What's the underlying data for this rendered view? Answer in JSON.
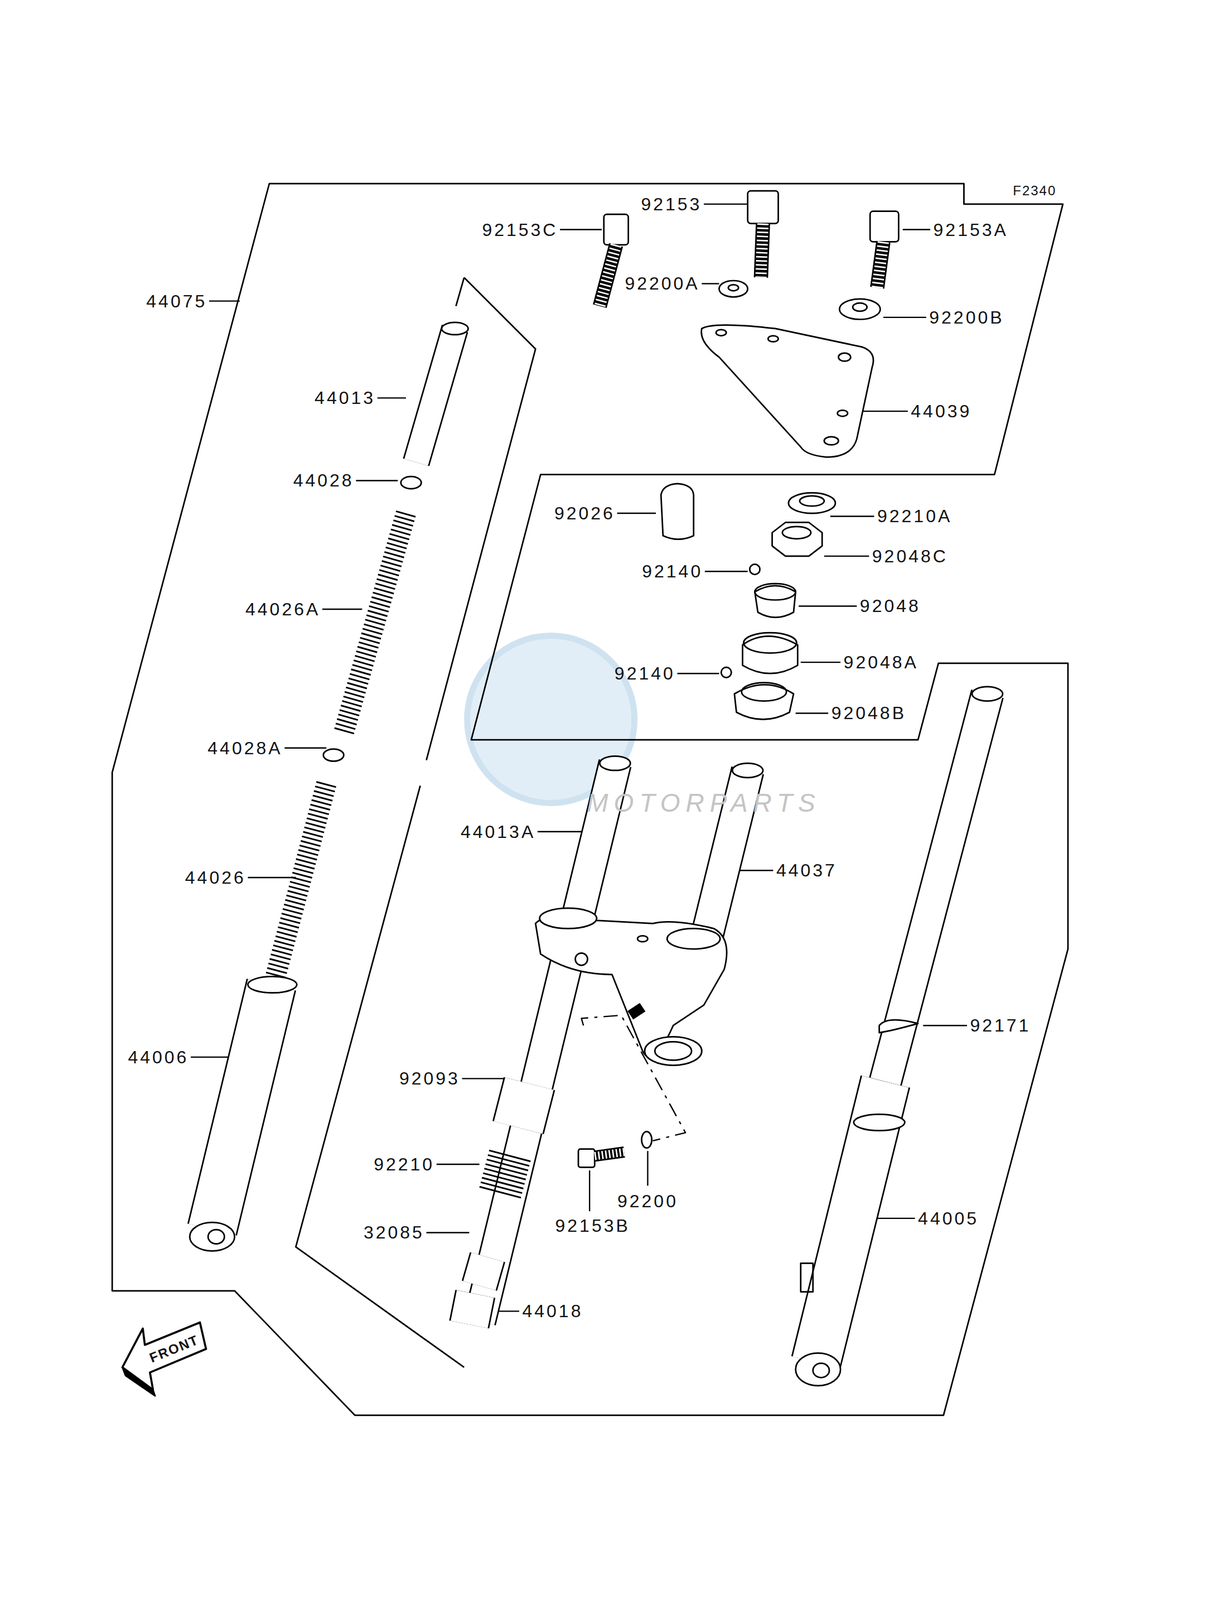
{
  "diagram": {
    "labels": [
      "F2340",
      "92153C",
      "92153",
      "92153A",
      "44075",
      "92200A",
      "92200B",
      "44013",
      "44039",
      "44028",
      "92026",
      "92210A",
      "92048C",
      "92140",
      "92048",
      "44026A",
      "92048A",
      "92140",
      "92048B",
      "44028A",
      "44013A",
      "44037",
      "44026",
      "92171",
      "44006",
      "92093",
      "92210",
      "92200",
      "92153B",
      "44005",
      "32085",
      "44018",
      "FRONT",
      "MOTORPARTS"
    ]
  }
}
